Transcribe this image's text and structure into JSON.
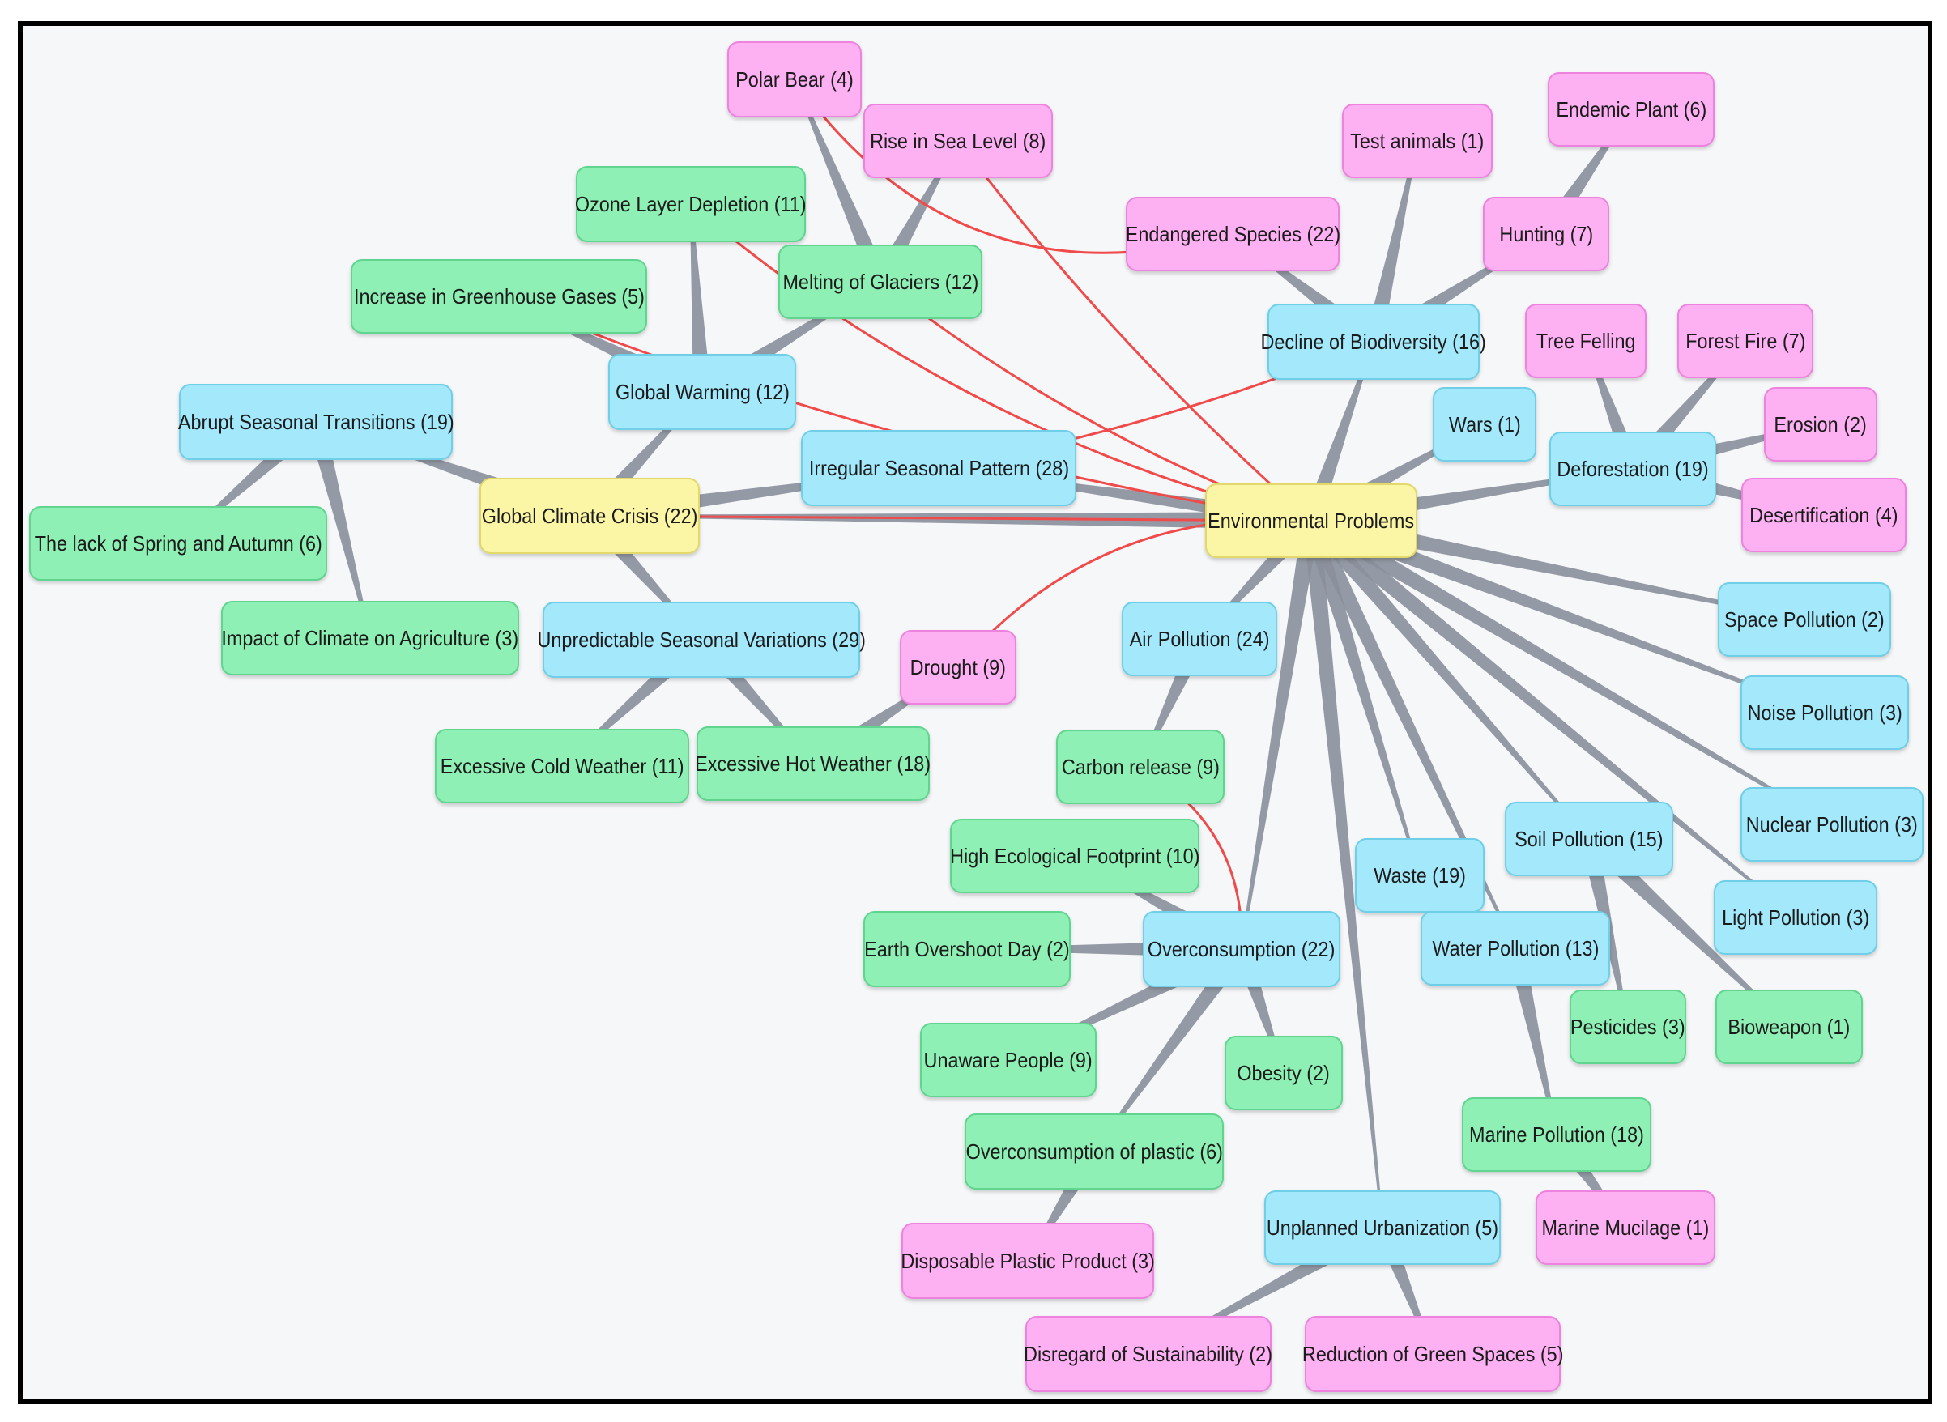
{
  "colors": {
    "yellow": "#fbf5a6",
    "blue": "#a3e9fb",
    "green": "#8ff0b5",
    "pink": "#fdb0f2",
    "hierarchy_edge": "#8a8f9b",
    "cross_link_edge": "#f04a4a"
  },
  "nodes": [
    {
      "id": "env",
      "label": "Environmental Problems",
      "color": "yellow"
    },
    {
      "id": "gcc",
      "label": "Global Climate Crisis (22)",
      "color": "yellow"
    },
    {
      "id": "gw",
      "label": "Global Warming (12)",
      "color": "blue"
    },
    {
      "id": "ast",
      "label": "Abrupt Seasonal Transitions (19)",
      "color": "blue"
    },
    {
      "id": "isp",
      "label": "Irregular Seasonal Pattern (28)",
      "color": "blue"
    },
    {
      "id": "usv",
      "label": "Unpredictable Seasonal Variations (29)",
      "color": "blue"
    },
    {
      "id": "dob",
      "label": "Decline of Biodiversity (16)",
      "color": "blue"
    },
    {
      "id": "wars",
      "label": "Wars (1)",
      "color": "blue"
    },
    {
      "id": "defo",
      "label": "Deforestation (19)",
      "color": "blue"
    },
    {
      "id": "air",
      "label": "Air Pollution (24)",
      "color": "blue"
    },
    {
      "id": "space",
      "label": "Space Pollution (2)",
      "color": "blue"
    },
    {
      "id": "noise",
      "label": "Noise Pollution (3)",
      "color": "blue"
    },
    {
      "id": "nuclear",
      "label": "Nuclear Pollution (3)",
      "color": "blue"
    },
    {
      "id": "light",
      "label": "Light Pollution (3)",
      "color": "blue"
    },
    {
      "id": "soil",
      "label": "Soil Pollution (15)",
      "color": "blue"
    },
    {
      "id": "waste",
      "label": "Waste (19)",
      "color": "blue"
    },
    {
      "id": "water",
      "label": "Water Pollution (13)",
      "color": "blue"
    },
    {
      "id": "overc",
      "label": "Overconsumption (22)",
      "color": "blue"
    },
    {
      "id": "urban",
      "label": "Unplanned  Urbanization (5)",
      "color": "blue"
    },
    {
      "id": "ozone",
      "label": "Ozone Layer Depletion (11)",
      "color": "green"
    },
    {
      "id": "ghg",
      "label": "Increase in Greenhouse Gases (5)",
      "color": "green"
    },
    {
      "id": "glac",
      "label": "Melting of Glaciers (12)",
      "color": "green"
    },
    {
      "id": "spring",
      "label": "The lack of Spring and Autumn (6)",
      "color": "green"
    },
    {
      "id": "agri",
      "label": "Impact of Climate on Agriculture (3)",
      "color": "green"
    },
    {
      "id": "cold",
      "label": "Excessive Cold Weather (11)",
      "color": "green"
    },
    {
      "id": "hot",
      "label": "Excessive Hot Weather (18)",
      "color": "green"
    },
    {
      "id": "carbon",
      "label": "Carbon release (9)",
      "color": "green"
    },
    {
      "id": "hef",
      "label": "High Ecological Footprint (10)",
      "color": "green"
    },
    {
      "id": "eod",
      "label": "Earth Overshoot Day (2)",
      "color": "green"
    },
    {
      "id": "unaware",
      "label": "Unaware People (9)",
      "color": "green"
    },
    {
      "id": "obesity",
      "label": "Obesity (2)",
      "color": "green"
    },
    {
      "id": "ocplastic",
      "label": "Overconsumption of plastic (6)",
      "color": "green"
    },
    {
      "id": "pest",
      "label": "Pesticides (3)",
      "color": "green"
    },
    {
      "id": "biow",
      "label": "Bioweapon (1)",
      "color": "green"
    },
    {
      "id": "marine",
      "label": "Marine Pollution (18)",
      "color": "green"
    },
    {
      "id": "polar",
      "label": "Polar Bear (4)",
      "color": "pink"
    },
    {
      "id": "rsl",
      "label": "Rise in Sea Level (8)",
      "color": "pink"
    },
    {
      "id": "test",
      "label": "Test animals (1)",
      "color": "pink"
    },
    {
      "id": "endemic",
      "label": "Endemic Plant (6)",
      "color": "pink"
    },
    {
      "id": "endsp",
      "label": "Endangered Species (22)",
      "color": "pink"
    },
    {
      "id": "hunt",
      "label": "Hunting (7)",
      "color": "pink"
    },
    {
      "id": "tree",
      "label": "Tree Felling",
      "color": "pink"
    },
    {
      "id": "fire",
      "label": "Forest Fire (7)",
      "color": "pink"
    },
    {
      "id": "erosion",
      "label": "Erosion (2)",
      "color": "pink"
    },
    {
      "id": "desert",
      "label": "Desertification (4)",
      "color": "pink"
    },
    {
      "id": "drought",
      "label": "Drought (9)",
      "color": "pink"
    },
    {
      "id": "dpp",
      "label": "Disposable Plastic Product (3)",
      "color": "pink"
    },
    {
      "id": "mucil",
      "label": "Marine Mucilage (1)",
      "color": "pink"
    },
    {
      "id": "disreg",
      "label": "Disregard of Sustainability (2)",
      "color": "pink"
    },
    {
      "id": "green_sp",
      "label": "Reduction of Green Spaces (5)",
      "color": "pink"
    }
  ],
  "hierarchy_links": [
    [
      "gcc",
      "env"
    ],
    [
      "isp",
      "env"
    ],
    [
      "dob",
      "env"
    ],
    [
      "wars",
      "env"
    ],
    [
      "defo",
      "env"
    ],
    [
      "air",
      "env"
    ],
    [
      "space",
      "env"
    ],
    [
      "noise",
      "env"
    ],
    [
      "nuclear",
      "env"
    ],
    [
      "light",
      "env"
    ],
    [
      "soil",
      "env"
    ],
    [
      "waste",
      "env"
    ],
    [
      "water",
      "env"
    ],
    [
      "overc",
      "env"
    ],
    [
      "urban",
      "env"
    ],
    [
      "gw",
      "gcc"
    ],
    [
      "ast",
      "gcc"
    ],
    [
      "usv",
      "gcc"
    ],
    [
      "isp",
      "gcc"
    ],
    [
      "ozone",
      "gw"
    ],
    [
      "ghg",
      "gw"
    ],
    [
      "glac",
      "gw"
    ],
    [
      "polar",
      "glac"
    ],
    [
      "rsl",
      "glac"
    ],
    [
      "spring",
      "ast"
    ],
    [
      "agri",
      "ast"
    ],
    [
      "cold",
      "usv"
    ],
    [
      "hot",
      "usv"
    ],
    [
      "drought",
      "hot"
    ],
    [
      "endsp",
      "dob"
    ],
    [
      "test",
      "dob"
    ],
    [
      "hunt",
      "dob"
    ],
    [
      "endemic",
      "hunt"
    ],
    [
      "tree",
      "defo"
    ],
    [
      "fire",
      "defo"
    ],
    [
      "erosion",
      "defo"
    ],
    [
      "desert",
      "defo"
    ],
    [
      "carbon",
      "air"
    ],
    [
      "hef",
      "overc"
    ],
    [
      "eod",
      "overc"
    ],
    [
      "unaware",
      "overc"
    ],
    [
      "obesity",
      "overc"
    ],
    [
      "ocplastic",
      "overc"
    ],
    [
      "dpp",
      "ocplastic"
    ],
    [
      "pest",
      "soil"
    ],
    [
      "biow",
      "soil"
    ],
    [
      "marine",
      "water"
    ],
    [
      "mucil",
      "marine"
    ],
    [
      "disreg",
      "urban"
    ],
    [
      "green_sp",
      "urban"
    ]
  ],
  "cross_links": [
    [
      "polar",
      "endsp"
    ],
    [
      "rsl",
      "env"
    ],
    [
      "ozone",
      "env"
    ],
    [
      "glac",
      "env"
    ],
    [
      "ghg",
      "env"
    ],
    [
      "isp",
      "dob"
    ],
    [
      "gcc",
      "env"
    ],
    [
      "drought",
      "env"
    ],
    [
      "carbon",
      "overc"
    ]
  ]
}
